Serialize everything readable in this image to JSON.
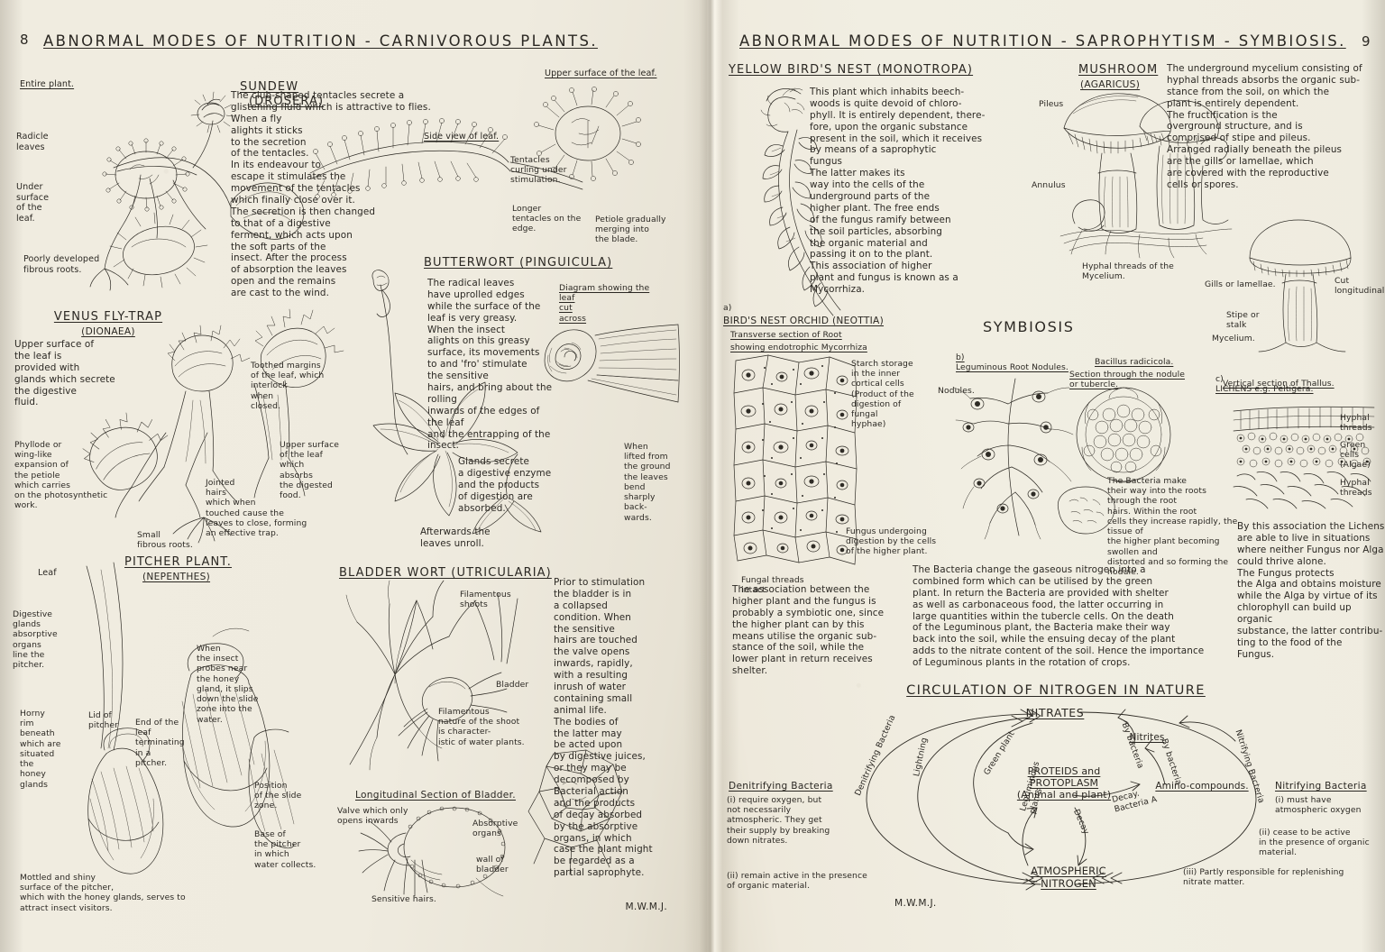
{
  "spread": {
    "signature": "M.W.M.J.",
    "left_page_number": "8",
    "right_page_number": "9"
  },
  "left_page": {
    "header": "ABNORMAL  MODES  OF  NUTRITION  -  CARNIVOROUS   PLANTS.",
    "sections": [
      {
        "id": "sundew",
        "title": "SUNDEW",
        "genus": "(DROSERA)",
        "labels": [
          "Entire plant.",
          "Radicle\nleaves",
          "Under\nsurface\nof the\nleaf.",
          "Poorly developed\nfibrous roots.",
          "Upper surface of the leaf.",
          "Side view of leaf.",
          "Tentacles\ncurling under\nstimulation.",
          "Longer\ntentacles on the\nedge.",
          "Petiole gradually\nmerging into\nthe blade."
        ],
        "text": "The club-shaped tentacles secrete a\nglistening fluid which is attractive to flies.\nWhen a fly\nalights it sticks\nto the secretion\nof the tentacles.\nIn its endeavour to\nescape it stimulates the\nmovement of the tentacles\nwhich finally close over it.\n      The secretion is then changed\nto that of a digestive\nferment, which acts upon\nthe soft parts of the\ninsect.  After the process\nof absorption the leaves\nopen and the remains\nare cast to the wind."
      },
      {
        "id": "venus-fly-trap",
        "title": "VENUS  FLY-TRAP",
        "genus": "(DIONAEA)",
        "text": "Upper surface of\nthe leaf is\nprovided with\nglands which secrete\n        the digestive\n             fluid.",
        "labels": [
          "Toothed margins\nof the leaf, which\ninterlock\nwhen\nclosed.",
          "Upper surface\nof the leaf\nwhich\nabsorbs\nthe digested\nfood.",
          "Jointed\nhairs\nwhich when\ntouched cause the\nleaves to close, forming\nan effective trap.",
          "Phyllode or\nwing-like\nexpansion of\nthe petiole\nwhich carries\non the photosynthetic\nwork.",
          "Small\nfibrous roots."
        ]
      },
      {
        "id": "butterwort",
        "title": "BUTTERWORT  (PINGUICULA)",
        "text": "The radical leaves\nhave uprolled edges\nwhile the surface of the\nleaf is very greasy.\nWhen the insect\nalights on this greasy\nsurface, its movements\nto and 'fro' stimulate\nthe sensitive\nhairs, and bring about the rolling\ninwards of the edges of the leaf\nand the entrapping of the insect.",
        "text2": "Glands secrete\na digestive enzyme\nand the products\nof digestion are\nabsorbed.",
        "text3": "Afterwards the\nleaves unroll.",
        "labels": [
          "Diagram showing the\n        leaf\n        cut\n        across",
          "When\nlifted from\nthe ground\nthe leaves\nbend\nsharply\nback-\nwards."
        ]
      },
      {
        "id": "pitcher-plant",
        "title": "PITCHER PLANT.",
        "genus": "(NEPENTHES)",
        "labels": [
          "Leaf",
          "Digestive\nglands\nabsorptive\norgans\nline the\npitcher.",
          "Horny\nrim\nbeneath\nwhich are\nsituated\nthe\nhoney\nglands",
          "Lid of\npitcher",
          "End of the\nleaf\nterminating\nin a\npitcher.",
          "Position\nof the slide\nzone.",
          "When\nthe insect\nprobes near\nthe honey\ngland, it slips\ndown the slide\nzone into the\nwater.",
          "Base of\nthe pitcher\nin which\nwater collects.",
          "Mottled and shiny\nsurface of the pitcher,\nwhich with the honey glands, serves to\nattract insect visitors."
        ]
      },
      {
        "id": "bladderwort",
        "title": "BLADDER WORT (UTRICULARIA)",
        "labels": [
          "Filamentous\nshoots",
          "Bladder",
          "Filamentous\nnature of the shoot\nis character-\nistic of water plants.",
          "Longitudinal Section of Bladder.",
          "Valve which only\nopens inwards",
          "Absorptive\norgans",
          "wall of\nbladder",
          "Sensitive hairs."
        ],
        "text": "Prior to stimulation\nthe bladder is in\na collapsed\ncondition. When\nthe sensitive\nhairs are touched\nthe valve opens\ninwards, rapidly,\nwith a resulting\ninrush of water\ncontaining small\nanimal life.\n    The bodies of\nthe latter may\nbe acted upon\nby digestive juices,\nor they may be\ndecomposed by\nBacterial action\nand the products\nof decay absorbed\nby the absorptive\norgans, in which\ncase the plant might\nbe regarded as a\npartial  saprophyte."
      }
    ]
  },
  "right_page": {
    "header": "ABNORMAL  MODES  OF  NUTRITION  -  SAPROPHYTISM  -  SYMBIOSIS.",
    "sections": [
      {
        "id": "monotropa",
        "title": "YELLOW BIRD'S NEST (MONOTROPA)",
        "text": "This plant which inhabits beech-\nwoods  is quite devoid of chloro-\nphyll.  It is entirely dependent, there-\nfore, upon the organic substance\npresent in the soil, which it receives\nby means of a saprophytic\nfungus\n        The latter makes its\n   way into the cells of the\n   underground parts of the\n   higher plant.  The free ends\n   of the fungus ramify between\n   the soil particles,  absorbing\n   the organic material and\n   passing it on to the plant.\n        This association of higher\n   plant and fungus is known as a\n        Mycorrhiza."
      },
      {
        "id": "mushroom",
        "title": "MUSHROOM",
        "genus": "(AGARICUS)",
        "text": "The underground mycelium consisting of\nhyphal threads absorbs the organic sub-\n   stance from the soil, on which the\n      plant is entirely dependent.\n        The fructification is the\n        overground structure, and is\n        comprised of stipe and pileus.\n        Arranged radially beneath the pileus\n        are the gills or lamellae, which\n        are covered with the reproductive\n        cells or spores.",
        "labels": [
          "Pileus",
          "Annulus",
          "Hyphal threads of the\n      Mycelium.",
          "Gills or lamellae.",
          "Cut\nlongitudinally",
          "Stipe or\nstalk",
          "Mycelium."
        ]
      },
      {
        "id": "bird-nest-orchid",
        "marker": "a)",
        "title": "BIRD'S NEST ORCHID  (NEOTTIA)",
        "subtitle1": "Transverse  section  of  Root",
        "subtitle2": "showing  endotrophic  Mycorrhiza",
        "labels": [
          "Starch storage\nin the inner\ncortical cells\n(Product of the\ndigestion of\nfungal\nhyphae)",
          "Fungus undergoing\ndigestion by the cells\nof the higher plant.",
          "Fungal threads\nintact"
        ],
        "text": "The association between the\nhigher plant and the fungus is\nprobably a symbiotic one, since\nthe higher plant can by this\nmeans utilise the organic sub-\nstance of the soil, while the\nlower plant in return receives\nshelter."
      },
      {
        "id": "symbiosis",
        "title": "SYMBIOSIS",
        "marker": "b)",
        "subtitle": "Leguminous Root Nodules.",
        "sub_latin": "Bacillus radicicola.",
        "sub2": "Section through the nodule\n        or tubercle.",
        "labels": [
          "Nodules."
        ],
        "text1": "The Bacteria make\ntheir way into the roots\nthrough the root\nhairs. Within the root\ncells they increase rapidly, the tissue of\nthe higher plant becoming swollen and\ndistorted and so forming the nodule.",
        "text2": "The Bacteria change the gaseous nitrogen into a\ncombined form which can be utilised by the green\nplant.  In return the Bacteria are provided with shelter\nas well as carbonaceous food, the latter occurring in\nlarge quantities within the tubercle cells. On the death\nof the Leguminous plant, the Bacteria make their way\nback into the soil, while the ensuing decay of the plant\nadds to the nitrate content of the soil. Hence the importance\nof Leguminous plants  in the rotation of crops."
      },
      {
        "id": "lichens",
        "marker": "c)",
        "title": "LICHENS e.g. Peltigera.",
        "subtitle": "Vertical section of Thallus.",
        "labels": [
          "Hyphal\nthreads",
          "Green cells\n(Algae)",
          "Hyphal\nthreads"
        ],
        "text": "By this association the Lichens\nare able to live in situations\nwhere neither Fungus nor Alga\ncould thrive alone.\n      The Fungus protects\nthe Alga and obtains moisture\nwhile the Alga by virtue of its\nchlorophyll can build up organic\nsubstance, the latter contribu-\nting to the food of the\n        Fungus."
      }
    ],
    "nitrogen_cycle": {
      "title": "CIRCULATION  OF  NITROGEN  IN  NATURE",
      "nodes": [
        "NITRATES",
        "PROTEIDS and\nPROTOPLASM\n(Animal and plant)",
        "Nitrites",
        "Amino-compounds.",
        "ATMOSPHERIC\nNITROGEN"
      ],
      "arrow_labels": [
        "Green plant",
        "By bacteria",
        "By bacteria",
        "Decay.\nBacteria A",
        "Decay",
        "Leguminous\nplants",
        "Lightning",
        "Denitrifying Bacteria",
        "Nitrifying Bacteria"
      ],
      "note_left": {
        "heading": "Denitrifying Bacteria",
        "lines": [
          "(i) require  oxygen, but\n   not necessarily\n   atmospheric. They get\n   their supply by breaking\n   down  nitrates.",
          "(ii) remain active  in  the presence\n    of organic material."
        ]
      },
      "note_right": {
        "heading": "Nitrifying Bacteria",
        "lines": [
          "(i)  must  have\n  atmospheric oxygen",
          "(ii) cease to be active\n in the presence of organic\n material.",
          "(iii) Partly responsible for replenishing\n  nitrate matter."
        ]
      }
    }
  }
}
